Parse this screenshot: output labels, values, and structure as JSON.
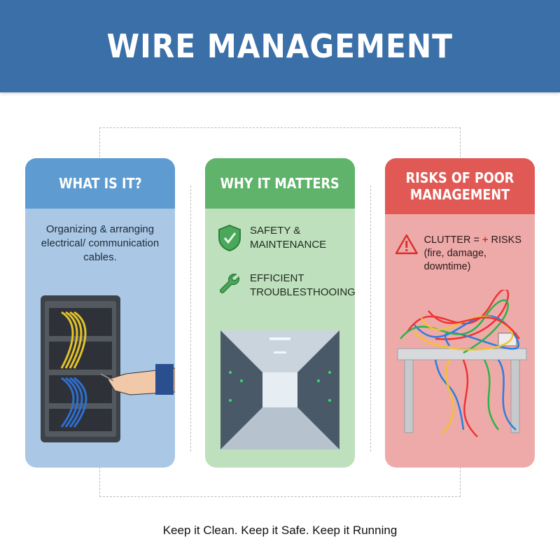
{
  "title": "WIRE MANAGEMENT",
  "cards": [
    {
      "heading": "WHAT IS IT?",
      "description": "Organizing & arranging electrical/ communication cables."
    },
    {
      "heading": "WHY IT MATTERS",
      "features": [
        {
          "icon": "shield-icon",
          "label": "SAFETY & MAINTENANCE"
        },
        {
          "icon": "wrench-icon",
          "label": "EFFICIENT TROUBLESTHOOING"
        }
      ]
    },
    {
      "heading": "RISKS OF POOR MANAGEMENT",
      "risk_line1_a": "CLUTTER =",
      "risk_plus": "+",
      "risk_line1_b": "RISKS",
      "risk_line2": "(fire, damage, downtime)",
      "risk_icon": "warning-icon"
    }
  ],
  "tagline": "Keep it Clean. Keep it Safe. Keep it Running",
  "colors": {
    "banner": "#3a6fa8",
    "blue_head": "#5d9bd1",
    "blue_body": "#aac8e6",
    "green_head": "#5fb36a",
    "green_body": "#bfe0bc",
    "red_head": "#e05954",
    "red_body": "#eeaaa8"
  }
}
